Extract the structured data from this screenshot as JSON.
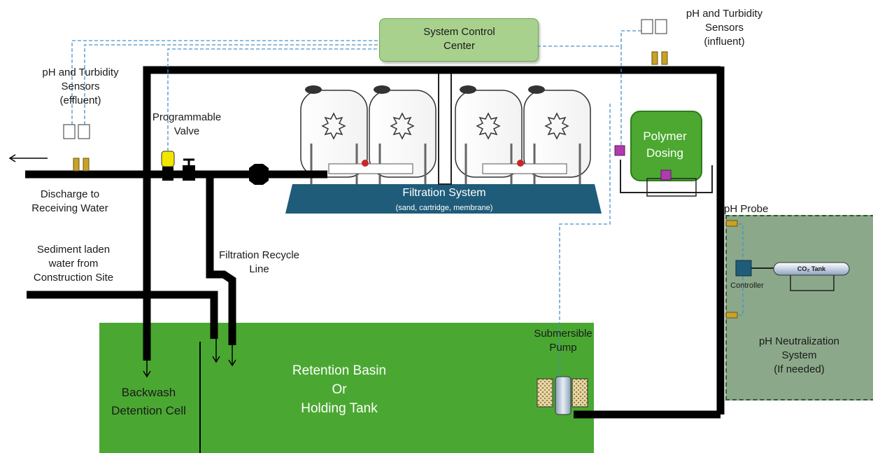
{
  "labels": {
    "control_center": "System Control\nCenter",
    "sensors_effluent": "pH and Turbidity\nSensors\n(effluent)",
    "sensors_influent": "pH and Turbidity\nSensors\n(influent)",
    "programmable_valve": "Programmable\nValve",
    "discharge": "Discharge to\nReceiving Water",
    "sediment": "Sediment laden\nwater from\nConstruction Site",
    "recycle_line": "Filtration Recycle\nLine",
    "filtration_title": "Filtration System",
    "filtration_sub": "(sand, cartridge, membrane)",
    "polymer": "Polymer\nDosing",
    "ph_probe": "pH Probe",
    "controller": "Controller",
    "co2_tank": "CO₂ Tank",
    "neutralization": "pH Neutralization\nSystem\n(If needed)",
    "submersible_pump": "Submersible\nPump",
    "retention_basin": "Retention Basin\nOr\nHolding Tank",
    "backwash": "Backwash\nDetention Cell"
  },
  "colors": {
    "pipe": "#000000",
    "basin_green": "#4aa832",
    "polymer_green": "#4ca830",
    "control_green": "#a9d18e",
    "filtration_blue": "#1f5c7a",
    "neutralization_gray": "#8ba98a",
    "control_line": "#4a90c8",
    "sensor_brass": "#c9a227",
    "valve_yellow": "#f2e600",
    "dosing_magenta": "#b03ab0"
  },
  "icons": {
    "sensor": "sensor-icon",
    "pump": "submersible-pump-icon",
    "valve": "valve-icon",
    "tank": "filter-tank-icon"
  }
}
